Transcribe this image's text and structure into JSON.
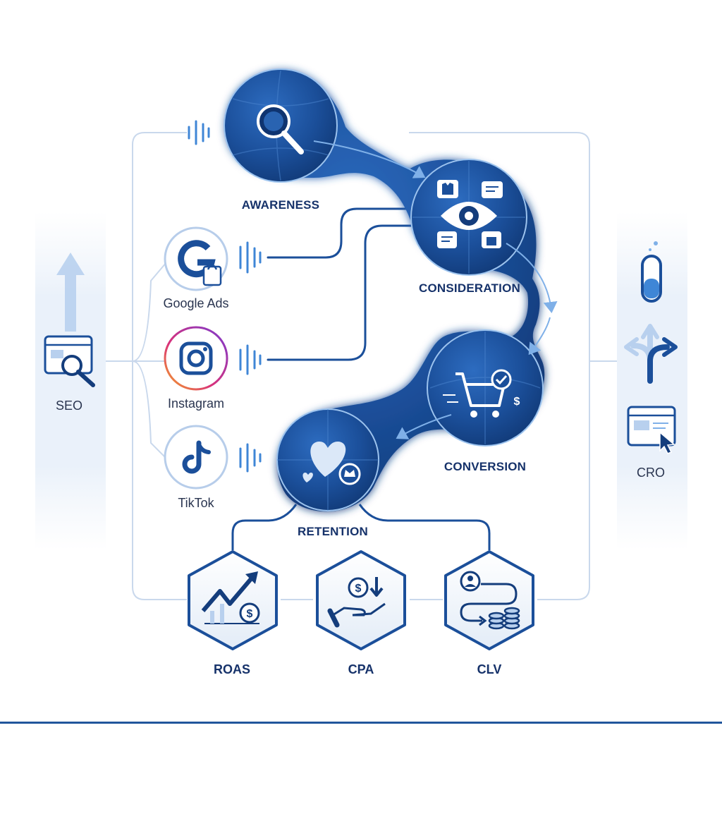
{
  "stages": [
    {
      "id": "awareness",
      "label": "AWARENESS",
      "icon": "magnifier-icon"
    },
    {
      "id": "consideration",
      "label": "CONSIDERATION",
      "icon": "eye-icon"
    },
    {
      "id": "conversion",
      "label": "CONVERSION",
      "icon": "shopping-cart-icon"
    },
    {
      "id": "retention",
      "label": "RETENTION",
      "icon": "heart-icon"
    }
  ],
  "channels": [
    {
      "id": "google-ads",
      "label": "Google Ads",
      "icon": "google-icon"
    },
    {
      "id": "instagram",
      "label": "Instagram",
      "icon": "instagram-icon"
    },
    {
      "id": "tiktok",
      "label": "TikTok",
      "icon": "tiktok-icon"
    }
  ],
  "side": {
    "left": {
      "label": "SEO",
      "icon": "seo-browser-search-icon"
    },
    "right": {
      "label": "CRO",
      "icon": "cro-browser-cursor-icon"
    }
  },
  "kpis": [
    {
      "id": "roas",
      "label": "ROAS",
      "icon": "growth-chart-icon"
    },
    {
      "id": "cpa",
      "label": "CPA",
      "icon": "hand-coin-icon"
    },
    {
      "id": "clv",
      "label": "CLV",
      "icon": "customer-coins-icon"
    }
  ],
  "colors": {
    "primary": "#1b4f9a",
    "dark": "#143d7c",
    "accent": "#3f86d6",
    "connector": "#c9d8ec",
    "divider": "#21569c"
  }
}
